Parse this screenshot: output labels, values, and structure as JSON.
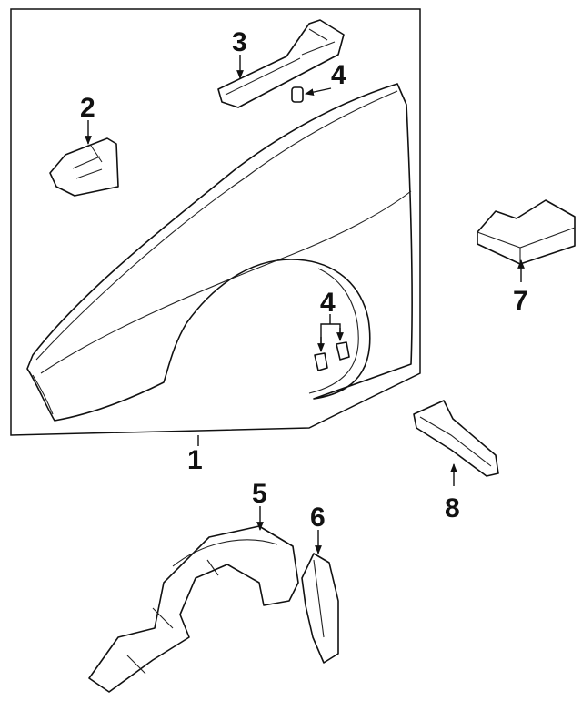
{
  "callouts": {
    "c1": "1",
    "c2": "2",
    "c3": "3",
    "c4a": "4",
    "c4b": "4",
    "c5": "5",
    "c6": "6",
    "c7": "7",
    "c8": "8"
  },
  "colors": {
    "line": "#111111",
    "paper": "#ffffff"
  }
}
